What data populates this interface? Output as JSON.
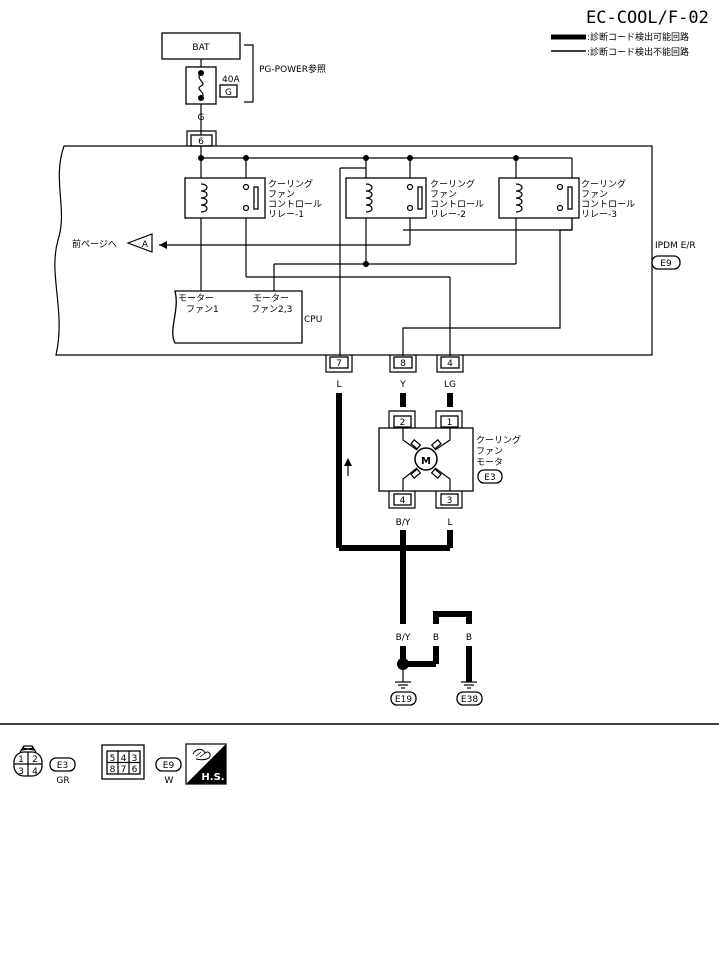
{
  "header": {
    "page_code": "EC-COOL/F-02",
    "legend": [
      {
        "style": "thick",
        "label": ":診断コード検出可能回路"
      },
      {
        "style": "thin",
        "label": ":診断コード検出不能回路"
      }
    ]
  },
  "battery": {
    "label": "BAT",
    "ref": "PG-POWER参照"
  },
  "fuse": {
    "amperage": "40A",
    "grid": "G"
  },
  "wires": {
    "top": "G",
    "w7": "L",
    "w8": "Y",
    "w4": "LG",
    "motor4": "B/Y",
    "motor3": "L",
    "ground1": "B/Y",
    "ground2": "B",
    "ground3": "B"
  },
  "ipdm": {
    "name": "IPDM E/R",
    "connector": "E9",
    "top_pin": "6",
    "pins": [
      "7",
      "8",
      "4"
    ],
    "cpu": "CPU",
    "cpu_inputs": [
      {
        "line1": "モーター",
        "line2": "ファン1"
      },
      {
        "line1": "モーター",
        "line2": "ファン2,3"
      }
    ]
  },
  "relays": [
    {
      "lines": [
        "クーリング",
        "ファン",
        "コントロール",
        "リレー-1"
      ]
    },
    {
      "lines": [
        "クーリング",
        "ファン",
        "コントロール",
        "リレー-2"
      ]
    },
    {
      "lines": [
        "クーリング",
        "ファン",
        "コントロール",
        "リレー-3"
      ]
    }
  ],
  "prev_page": {
    "label": "前ページへ",
    "marker": "A"
  },
  "motor": {
    "symbol": "M",
    "lines": [
      "クーリング",
      "ファン",
      "モータ"
    ],
    "connector": "E3",
    "pins_top": [
      "2",
      "1"
    ],
    "pins_bottom": [
      "4",
      "3"
    ]
  },
  "grounds": [
    "E19",
    "E38"
  ],
  "connector_legend": {
    "e3": {
      "pins": [
        "1",
        "2",
        "3",
        "4"
      ],
      "id": "E3",
      "color": "GR"
    },
    "e9": {
      "pins": [
        "5",
        "4",
        "3",
        "8",
        "7",
        "6"
      ],
      "id": "E9",
      "color": "W"
    },
    "hs_label": "H.S."
  }
}
